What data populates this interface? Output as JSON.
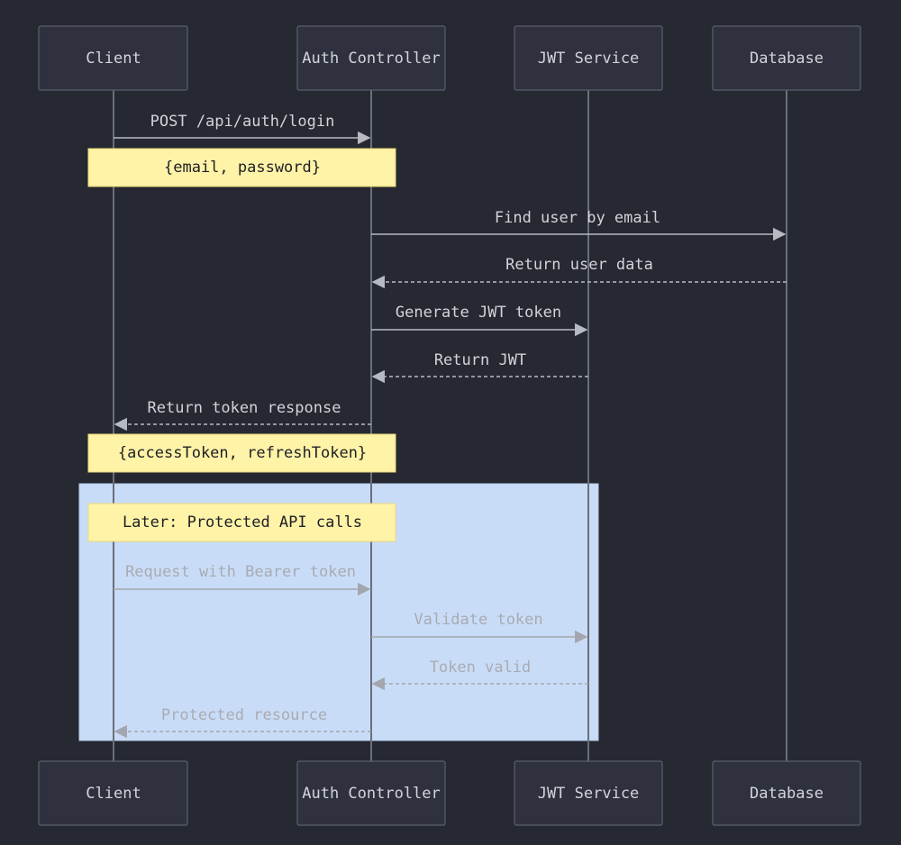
{
  "participants": [
    {
      "id": "client",
      "label": "Client"
    },
    {
      "id": "auth",
      "label": "Auth Controller"
    },
    {
      "id": "jwt",
      "label": "JWT Service"
    },
    {
      "id": "db",
      "label": "Database"
    }
  ],
  "messages": [
    {
      "from": "client",
      "to": "auth",
      "label": "POST /api/auth/login",
      "style": "solid"
    },
    {
      "from": "auth",
      "to": "db",
      "label": "Find user by email",
      "style": "solid"
    },
    {
      "from": "db",
      "to": "auth",
      "label": "Return user data",
      "style": "dashed"
    },
    {
      "from": "auth",
      "to": "jwt",
      "label": "Generate JWT token",
      "style": "solid"
    },
    {
      "from": "jwt",
      "to": "auth",
      "label": "Return JWT",
      "style": "dashed"
    },
    {
      "from": "auth",
      "to": "client",
      "label": "Return token response",
      "style": "dashed"
    },
    {
      "from": "client",
      "to": "auth",
      "label": "Request with Bearer token",
      "style": "solid"
    },
    {
      "from": "auth",
      "to": "jwt",
      "label": "Validate token",
      "style": "solid"
    },
    {
      "from": "jwt",
      "to": "auth",
      "label": "Token valid",
      "style": "dashed"
    },
    {
      "from": "auth",
      "to": "client",
      "label": "Protected resource",
      "style": "dashed"
    }
  ],
  "notes": [
    {
      "label": "{email, password}"
    },
    {
      "label": "{accessToken, refreshToken}"
    },
    {
      "label": "Later: Protected API calls"
    }
  ],
  "colors": {
    "background": "#262832",
    "note": "#fff3a8",
    "region": "#c9dcf7"
  }
}
